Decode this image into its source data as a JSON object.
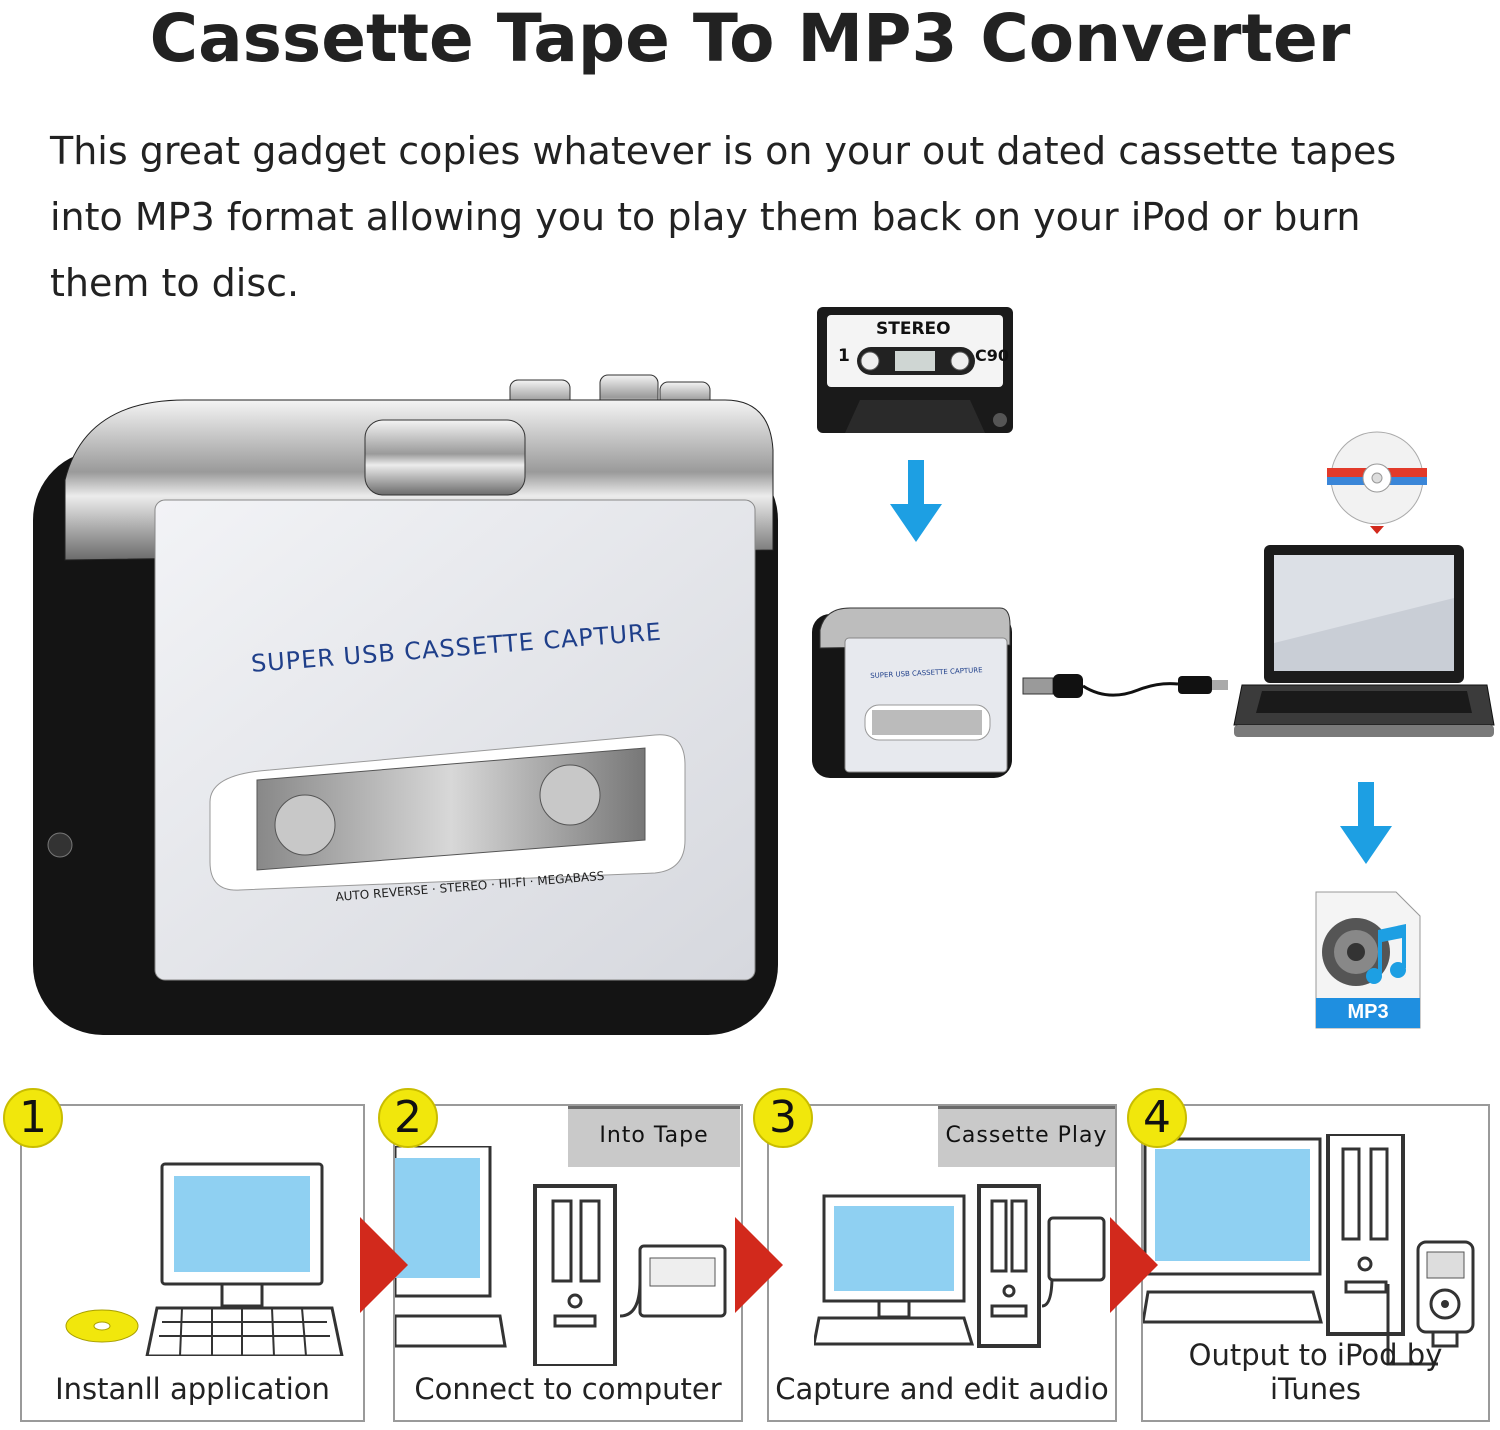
{
  "header": {
    "title": "Cassette Tape To MP3 Converter",
    "description": "This great gadget copies whatever is on your out dated cassette tapes into MP3 format allowing you to play them back on your iPod or burn them to disc."
  },
  "product": {
    "panel_text": "SUPER USB CASSETTE CAPTURE",
    "footer_text": "AUTO REVERSE · STEREO · HI-FI · MEGABASS",
    "small_panel_text": "SUPER USB CASSETTE CAPTURE"
  },
  "cassette": {
    "brand": "STEREO",
    "side": "1",
    "length": "C90"
  },
  "mp3_icon": {
    "label": "MP3"
  },
  "steps": [
    {
      "number": "1",
      "label": "Instanll application"
    },
    {
      "number": "2",
      "label": "Connect to computer",
      "tab": "Into Tape"
    },
    {
      "number": "3",
      "label": "Capture and edit audio",
      "tab": "Cassette Play"
    },
    {
      "number": "4",
      "label": "Output to iPod by iTunes"
    }
  ],
  "colors": {
    "arrow_blue": "#1d9fe3",
    "step_arrow_red": "#d2291c",
    "badge_yellow": "#f1e70c",
    "screen_blue": "#8fd0f2"
  }
}
